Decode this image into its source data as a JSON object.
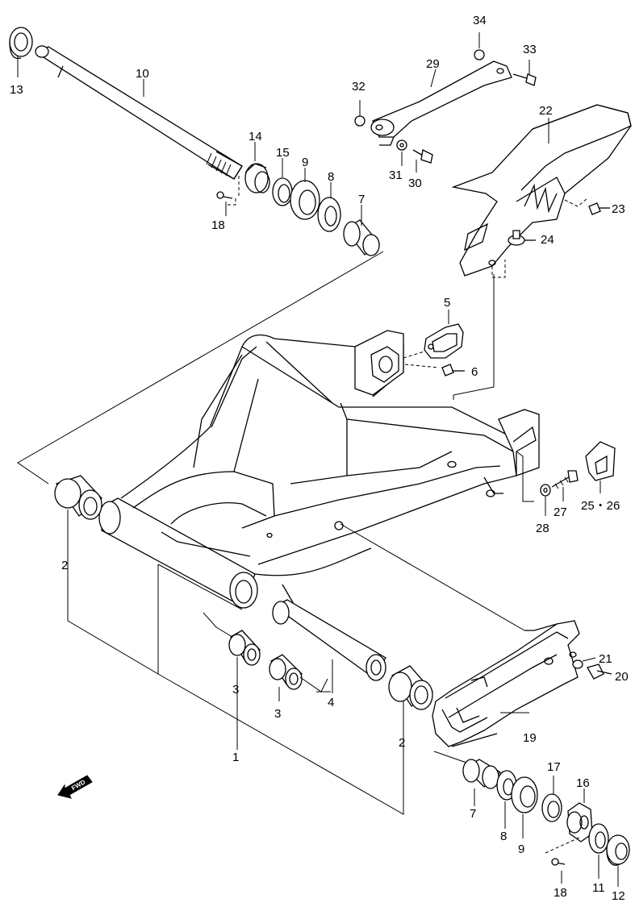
{
  "labels": {
    "p1": "1",
    "p2a": "2",
    "p2b": "2",
    "p3a": "3",
    "p3b": "3",
    "p4": "4",
    "p5": "5",
    "p6": "6",
    "p7a": "7",
    "p7b": "7",
    "p8a": "8",
    "p8b": "8",
    "p9a": "9",
    "p9b": "9",
    "p10": "10",
    "p11": "11",
    "p12": "12",
    "p13": "13",
    "p14": "14",
    "p15": "15",
    "p16": "16",
    "p17": "17",
    "p18a": "18",
    "p18b": "18",
    "p19": "19",
    "p20": "20",
    "p21": "21",
    "p22": "22",
    "p23": "23",
    "p24": "24",
    "p25_26": "25・26",
    "p27": "27",
    "p28": "28",
    "p29": "29",
    "p30": "30",
    "p31": "31",
    "p32": "32",
    "p33": "33",
    "p34": "34"
  },
  "fwd_badge": "FWD",
  "line_color": "#000000",
  "background": "#ffffff"
}
